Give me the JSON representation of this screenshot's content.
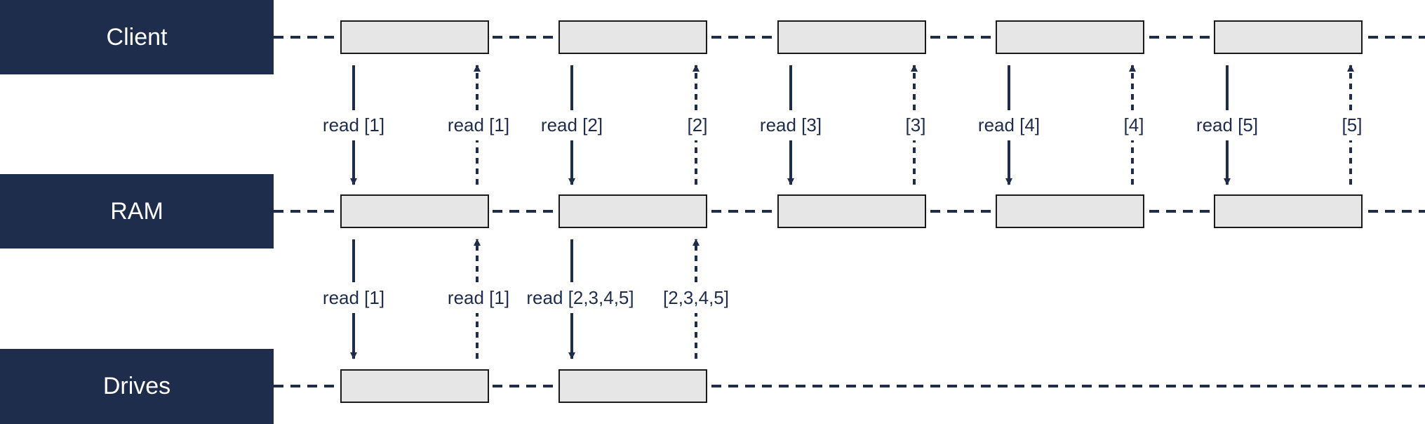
{
  "colors": {
    "lane": "#1f2d4d",
    "line": "#1f2d4d",
    "box_fill": "#e6e6e6",
    "box_stroke": "#1a1a1a",
    "text": "#1f2d4d",
    "lane_text": "#ffffff"
  },
  "lanes": [
    {
      "label": "Client"
    },
    {
      "label": "RAM"
    },
    {
      "label": "Drives"
    }
  ],
  "client_ram_arrows": [
    {
      "down": "read [1]",
      "up": "read [1]"
    },
    {
      "down": "read [2]",
      "up": "[2]"
    },
    {
      "down": "read [3]",
      "up": "[3]"
    },
    {
      "down": "read [4]",
      "up": "[4]"
    },
    {
      "down": "read [5]",
      "up": "[5]"
    }
  ],
  "ram_drive_arrows": [
    {
      "down": "read [1]",
      "up": "read [1]"
    },
    {
      "down": "read [2,3,4,5]",
      "up": "[2,3,4,5]"
    }
  ]
}
